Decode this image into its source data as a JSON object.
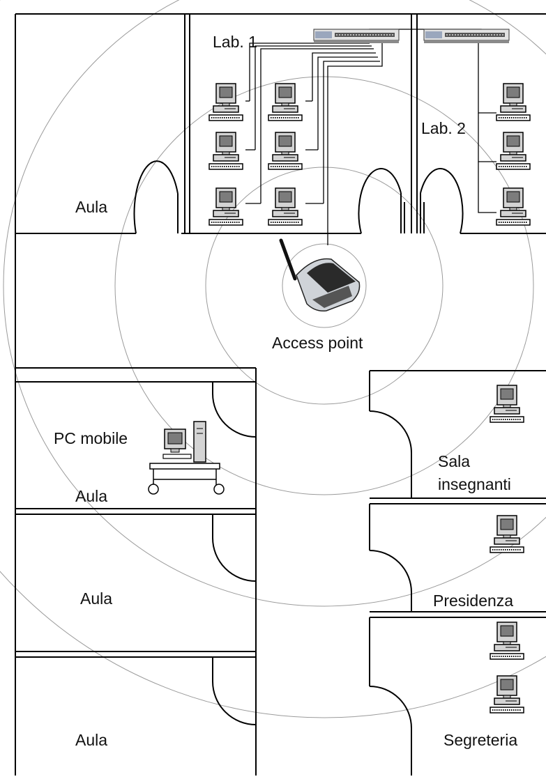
{
  "labels": {
    "lab1": "Lab. 1",
    "lab2": "Lab. 2",
    "aula_top": "Aula",
    "access_point": "Access point",
    "pc_mobile": "PC mobile",
    "aula_mobile": "Aula",
    "aula_mid": "Aula",
    "aula_bottom": "Aula",
    "sala_line1": "Sala",
    "sala_line2": "insegnanti",
    "presidenza": "Presidenza",
    "segreteria": "Segreteria"
  },
  "icons": {
    "switch": "network-switch-icon",
    "computer": "desktop-computer-icon",
    "access_point": "wireless-access-point-icon",
    "mobile_pc": "mobile-pc-cart-icon"
  },
  "colors": {
    "wall": "#000000",
    "range_circle": "#9a9a9a",
    "cable": "#000000"
  }
}
